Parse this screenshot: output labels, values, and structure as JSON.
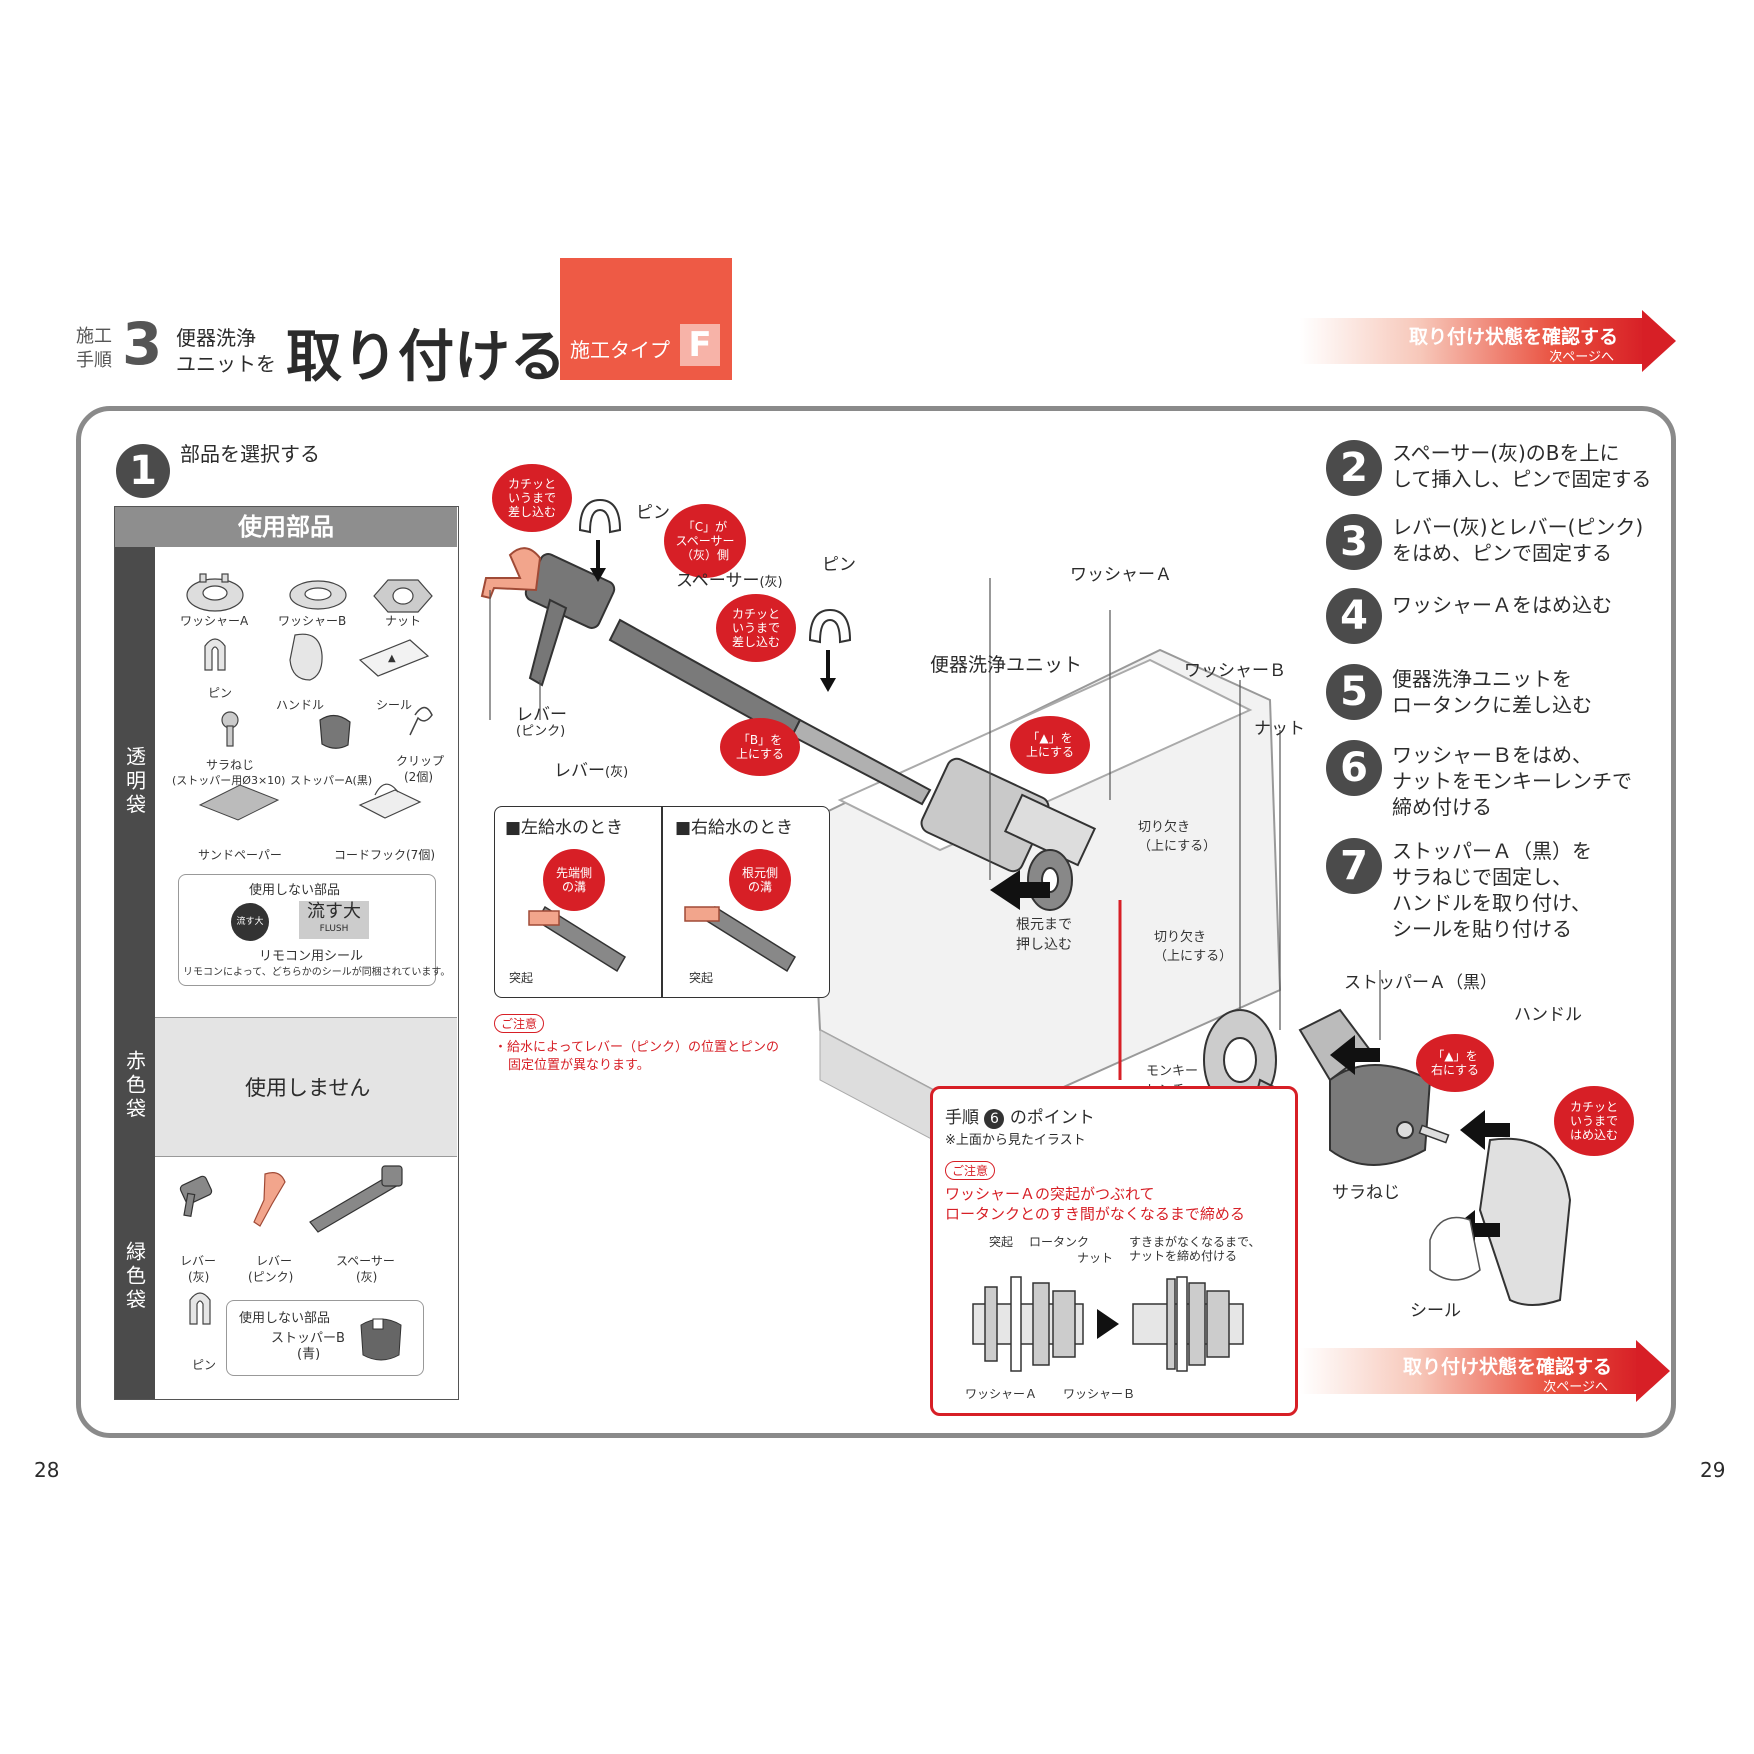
{
  "header": {
    "step_label_1": "施工",
    "step_label_2": "手順",
    "step_number": "3",
    "subject_1": "便器洗浄",
    "subject_2": "ユニットを",
    "title": "取り付ける",
    "type_label": "施工タイプ",
    "type_letter": "F"
  },
  "banner": {
    "main": "取り付け状態を確認する",
    "sub": "次ページへ"
  },
  "step1": {
    "number": "1",
    "text": "部品を選択する"
  },
  "parts_table": {
    "header": "使用部品",
    "clear_bag": {
      "label": "透明袋",
      "items": [
        "ワッシャーA",
        "ワッシャーB",
        "ナット",
        "ピン",
        "ハンドル",
        "シール",
        "サラねじ",
        "(ストッパー用Ø3×10)",
        "ストッパーA(黒)",
        "クリップ",
        "(2個)",
        "サンドペーパー",
        "コードフック(7個)"
      ],
      "unused_title": "使用しない部品",
      "unused_badge_1": "流す大",
      "unused_badge_2": "流す大",
      "unused_badge_2_sub": "FLUSH",
      "unused_caption": "リモコン用シール",
      "unused_note": "リモコンによって、どちらかのシールが同梱されています。"
    },
    "red_bag": {
      "label": "赤色袋",
      "text": "使用しません"
    },
    "green_bag": {
      "label": "緑色袋",
      "items": [
        "レバー",
        "(灰)",
        "レバー",
        "(ピンク)",
        "スペーサー",
        "(灰)",
        "ピン"
      ],
      "unused_title": "使用しない部品",
      "unused_item": "ストッパーB",
      "unused_item_sub": "(青)"
    }
  },
  "diagram": {
    "bubble_click_1": [
      "カチッと",
      "いうまで",
      "差し込む"
    ],
    "bubble_c": [
      "「C」が",
      "スペーサー",
      "（灰）側"
    ],
    "bubble_click_2": [
      "カチッと",
      "いうまで",
      "差し込む"
    ],
    "bubble_b": [
      "「B」を",
      "上にする"
    ],
    "bubble_tri_up": [
      "「▲」を",
      "上にする"
    ],
    "bubble_tri_right": [
      "「▲」を",
      "右にする"
    ],
    "bubble_click_3": [
      "カチッと",
      "いうまで",
      "はめ込む"
    ],
    "label_pin_1": "ピン",
    "label_pin_2": "ピン",
    "label_spacer": "スペーサー",
    "label_spacer_sub": "(灰)",
    "label_lever_pink": "レバー",
    "label_lever_pink_sub": "(ピンク)",
    "label_lever_gray": "レバー",
    "label_lever_gray_sub": "(灰)",
    "label_washer_a": "ワッシャーＡ",
    "label_unit": "便器洗浄ユニット",
    "label_washer_b": "ワッシャーＢ",
    "label_nut": "ナット",
    "label_notch_1": [
      "切り欠き",
      "（上にする）"
    ],
    "label_notch_2": [
      "切り欠き",
      "（上にする）"
    ],
    "label_push": [
      "根元まで",
      "押し込む"
    ],
    "label_wrench": [
      "モンキー",
      "レンチ"
    ],
    "label_stopper": "ストッパーＡ（黒）",
    "label_handle": "ハンドル",
    "label_screw": "サラねじ",
    "label_seal": "シール",
    "left_supply": "■左給水のとき",
    "right_supply": "■右給水のとき",
    "bubble_tip": [
      "先端側",
      "の溝"
    ],
    "bubble_base": [
      "根元側",
      "の溝"
    ],
    "protrusion_1": "突起",
    "protrusion_2": "突起",
    "caution_tag": "ご注意",
    "caution_text_1": "・給水によってレバー（ピンク）の位置とピンの",
    "caution_text_2": "固定位置が異なります。"
  },
  "point_box": {
    "title_pre": "手順",
    "title_num": "6",
    "title_post": "のポイント",
    "note": "※上面から見たイラスト",
    "caution_tag": "ご注意",
    "caution_1": "ワッシャーＡの突起がつぶれて",
    "caution_2": "ロータンクとのすき間がなくなるまで締める",
    "lbl_protrusion": "突起",
    "lbl_tank": "ロータンク",
    "lbl_nut": "ナット",
    "lbl_tight_1": "すきまがなくなるまで、",
    "lbl_tight_2": "ナットを締め付ける",
    "lbl_washer_a": "ワッシャーＡ",
    "lbl_washer_b": "ワッシャーＢ"
  },
  "steps": [
    {
      "number": "2",
      "lines": [
        "スペーサー(灰)のBを上に",
        "して挿入し、ピンで固定する"
      ]
    },
    {
      "number": "3",
      "lines": [
        "レバー(灰)とレバー(ピンク)",
        "をはめ、ピンで固定する"
      ]
    },
    {
      "number": "4",
      "lines": [
        "ワッシャーＡをはめ込む"
      ]
    },
    {
      "number": "5",
      "lines": [
        "便器洗浄ユニットを",
        "ロータンクに差し込む"
      ]
    },
    {
      "number": "6",
      "lines": [
        "ワッシャーＢをはめ、",
        "ナットをモンキーレンチで",
        "締め付ける"
      ]
    },
    {
      "number": "7",
      "lines": [
        "ストッパーＡ（黒）を",
        "サラねじで固定し、",
        "ハンドルを取り付け、",
        "シールを貼り付ける"
      ]
    }
  ],
  "page_numbers": {
    "left": "28",
    "right": "29"
  },
  "colors": {
    "accent_red": "#d71f26",
    "header_orange": "#ee5a45",
    "dark_gray": "#4b4b4b",
    "frame_gray": "#8a8a8a"
  }
}
